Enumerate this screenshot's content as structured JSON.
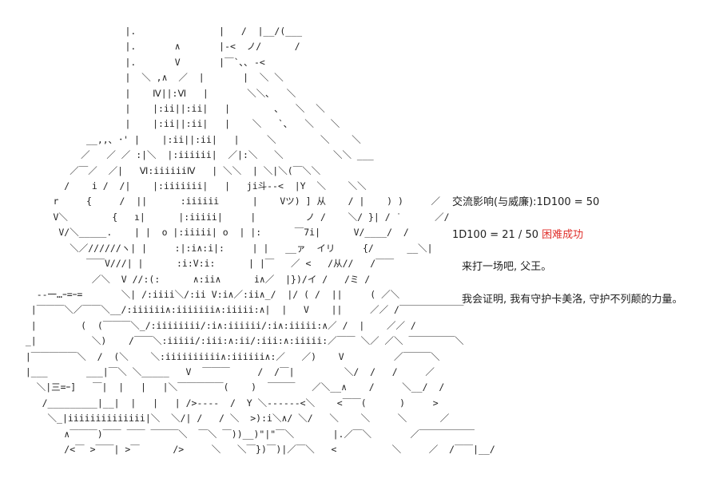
{
  "art": "                    |.               |   /  |__/(___\n                    |.       ∧       |-<  ノ/      /\n                    |.       V       |￣`､､ -<\n                    |  ＼ ,∧  ／  |       |  ＼ ＼\n                    |    Ⅳ||:Ⅵ   |       ＼＼､   ＼\n                    |    |:ii||:ii|   |        ､   ＼  ＼\n                    |    |:ii||:ii|   |    ＼   `､   ＼   ＼\n             __,,､ ･' |    |:ii||:ii|   |     ＼        ＼    ＼\n            ／   ／ ／ :|＼  |:iiiiii|  ／|:＼   ＼         ＼＼ ___\n          ／￣／  ／|   Ⅵ:iiiiiiⅣ   | ＼＼  | ＼|＼(￣＼＼\n         /    i /  /|    |:iiiiiii|   |   ji斗--<  |Y  ＼    ＼＼\n       r     {     /  ||      :iiiiii      |    Vツ) ] 从    / |    ) )     ／\n       V＼        {   ı|      |:iiiii|     |         ノ /    ＼/ }| / ˙      ／/\n        V/＼_____.    | |  o |:iiiii| o  | |:      ￣7i|      V/____/  /\n          ＼／//////ヽ| |     :|:i∧:i|:     | |   __ァ  イリ     {/      __＼|\n             ￣￣V///| |      :i:V:i:      | |￣   ／ <   /从//   /￣￣\n              ／＼  V //:(:      ∧:ii∧      i∧／  |})/イ /   /ミ /\n    --一…ｰ=ｰ=       ＼| /:iiii＼/:ii V:i∧／:ii∧_/  |/ ( /  ||     ( ／＼\n   |￣￣￣＼／￣￣＼__/:iiiiii∧:iiiiiii∧:iiiii:∧|  |   V    ||     ／／ /￣￣￣￣￣￣￣\n   |        (  (￣￣￣＼_/:iiiiiiii/:i∧:iiiiii/:i∧:iiiii:∧／ /  |    ／／ /\n  _|          ＼)    /￣￣＼:iiiii/:iii:∧:ii/:iii:∧:iiiii:／￣￣ ＼／ ／＼ ￣￣￣￣￣＼\n  |￣￣￣￣￣＼  /  (＼    ＼:iiiiiiiiii∧:iiiiii∧:／   ／)    V         ／￣￣￣＼\n  |___       ___|￣＼ ＼_____   V  ￣￣￣     /  /￣|         ＼/  /   /     ／\n    ＼|三=ｰ]   ￣|  |   |   |＼￣￣￣￣￣(    )  ￣￣￣   ／＼__∧    /     ＼__/  /\n     /_________|__|  |   |   | />----  /  Y ＼------<＼    <￣￣(      )     >\n      ＼_|iiiiiiiiiiiiii|＼  ＼/| /   / ＼  >):i＼∧/ ＼/   ＼    ＼     ＼      ／\n         ∧￣￣￣)￣￣ ￣￣ ￣￣￣＼  ￣＼ ￣))__)\"|\"￣＼       |.／￣＼       ／￣￣￣￣￣￣\n         /<￣ >￣￣| >￣      />     ＼   ＼￣})￣)|／￣＼   <          ＼     ／  /￣￣|__/",
  "dialogue": {
    "roll_label": "交流影响(与威廉)",
    "roll_expr": ":1D100 = 50",
    "roll_result_prefix": "1D100 = 21 / 50 ",
    "roll_result_status": "困难成功",
    "line_1": "来打一场吧, 父王。",
    "line_2": "我会证明, 我有守护卡美洛, 守护不列颠的力量。"
  },
  "colors": {
    "text": "#222222",
    "accent": "#e0302c",
    "background": "#ffffff"
  }
}
